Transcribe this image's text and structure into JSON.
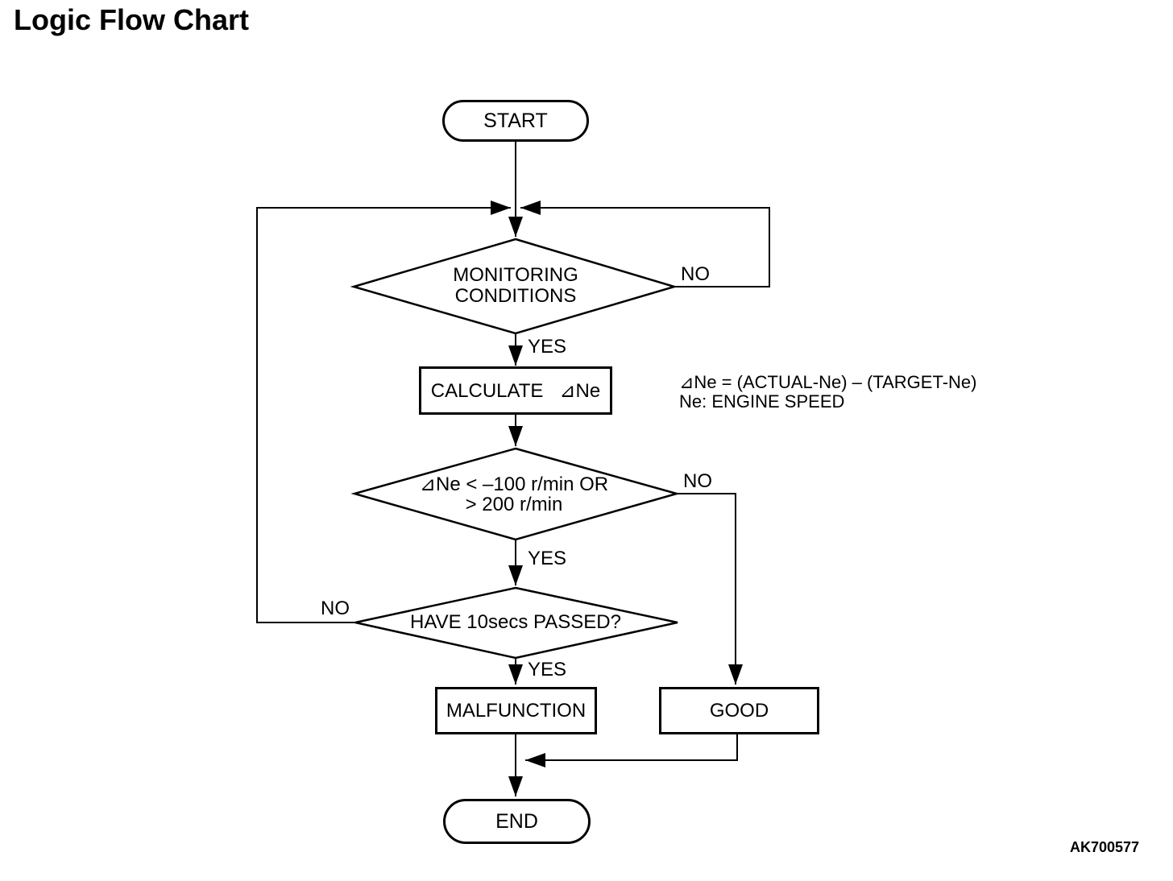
{
  "title": "Logic Flow Chart",
  "figure_code": "AK700577",
  "nodes": {
    "start": "START",
    "monitoring": {
      "line1": "MONITORING",
      "line2": "CONDITIONS"
    },
    "calculate": "CALCULATE   ⊿Ne",
    "delta_check": {
      "line1": "⊿Ne < –100 r/min OR",
      "line2": "> 200 r/min"
    },
    "timer_check": "HAVE 10secs PASSED?",
    "malfunction": "MALFUNCTION",
    "good": "GOOD",
    "end": "END"
  },
  "labels": {
    "monitoring_no": "NO",
    "monitoring_yes": "YES",
    "delta_no": "NO",
    "delta_yes": "YES",
    "timer_no": "NO",
    "timer_yes": "YES"
  },
  "annotation": {
    "line1": "⊿Ne = (ACTUAL-Ne) – (TARGET-Ne)",
    "line2": "Ne: ENGINE SPEED"
  },
  "colors": {
    "ink": "#000000",
    "background": "#ffffff"
  }
}
